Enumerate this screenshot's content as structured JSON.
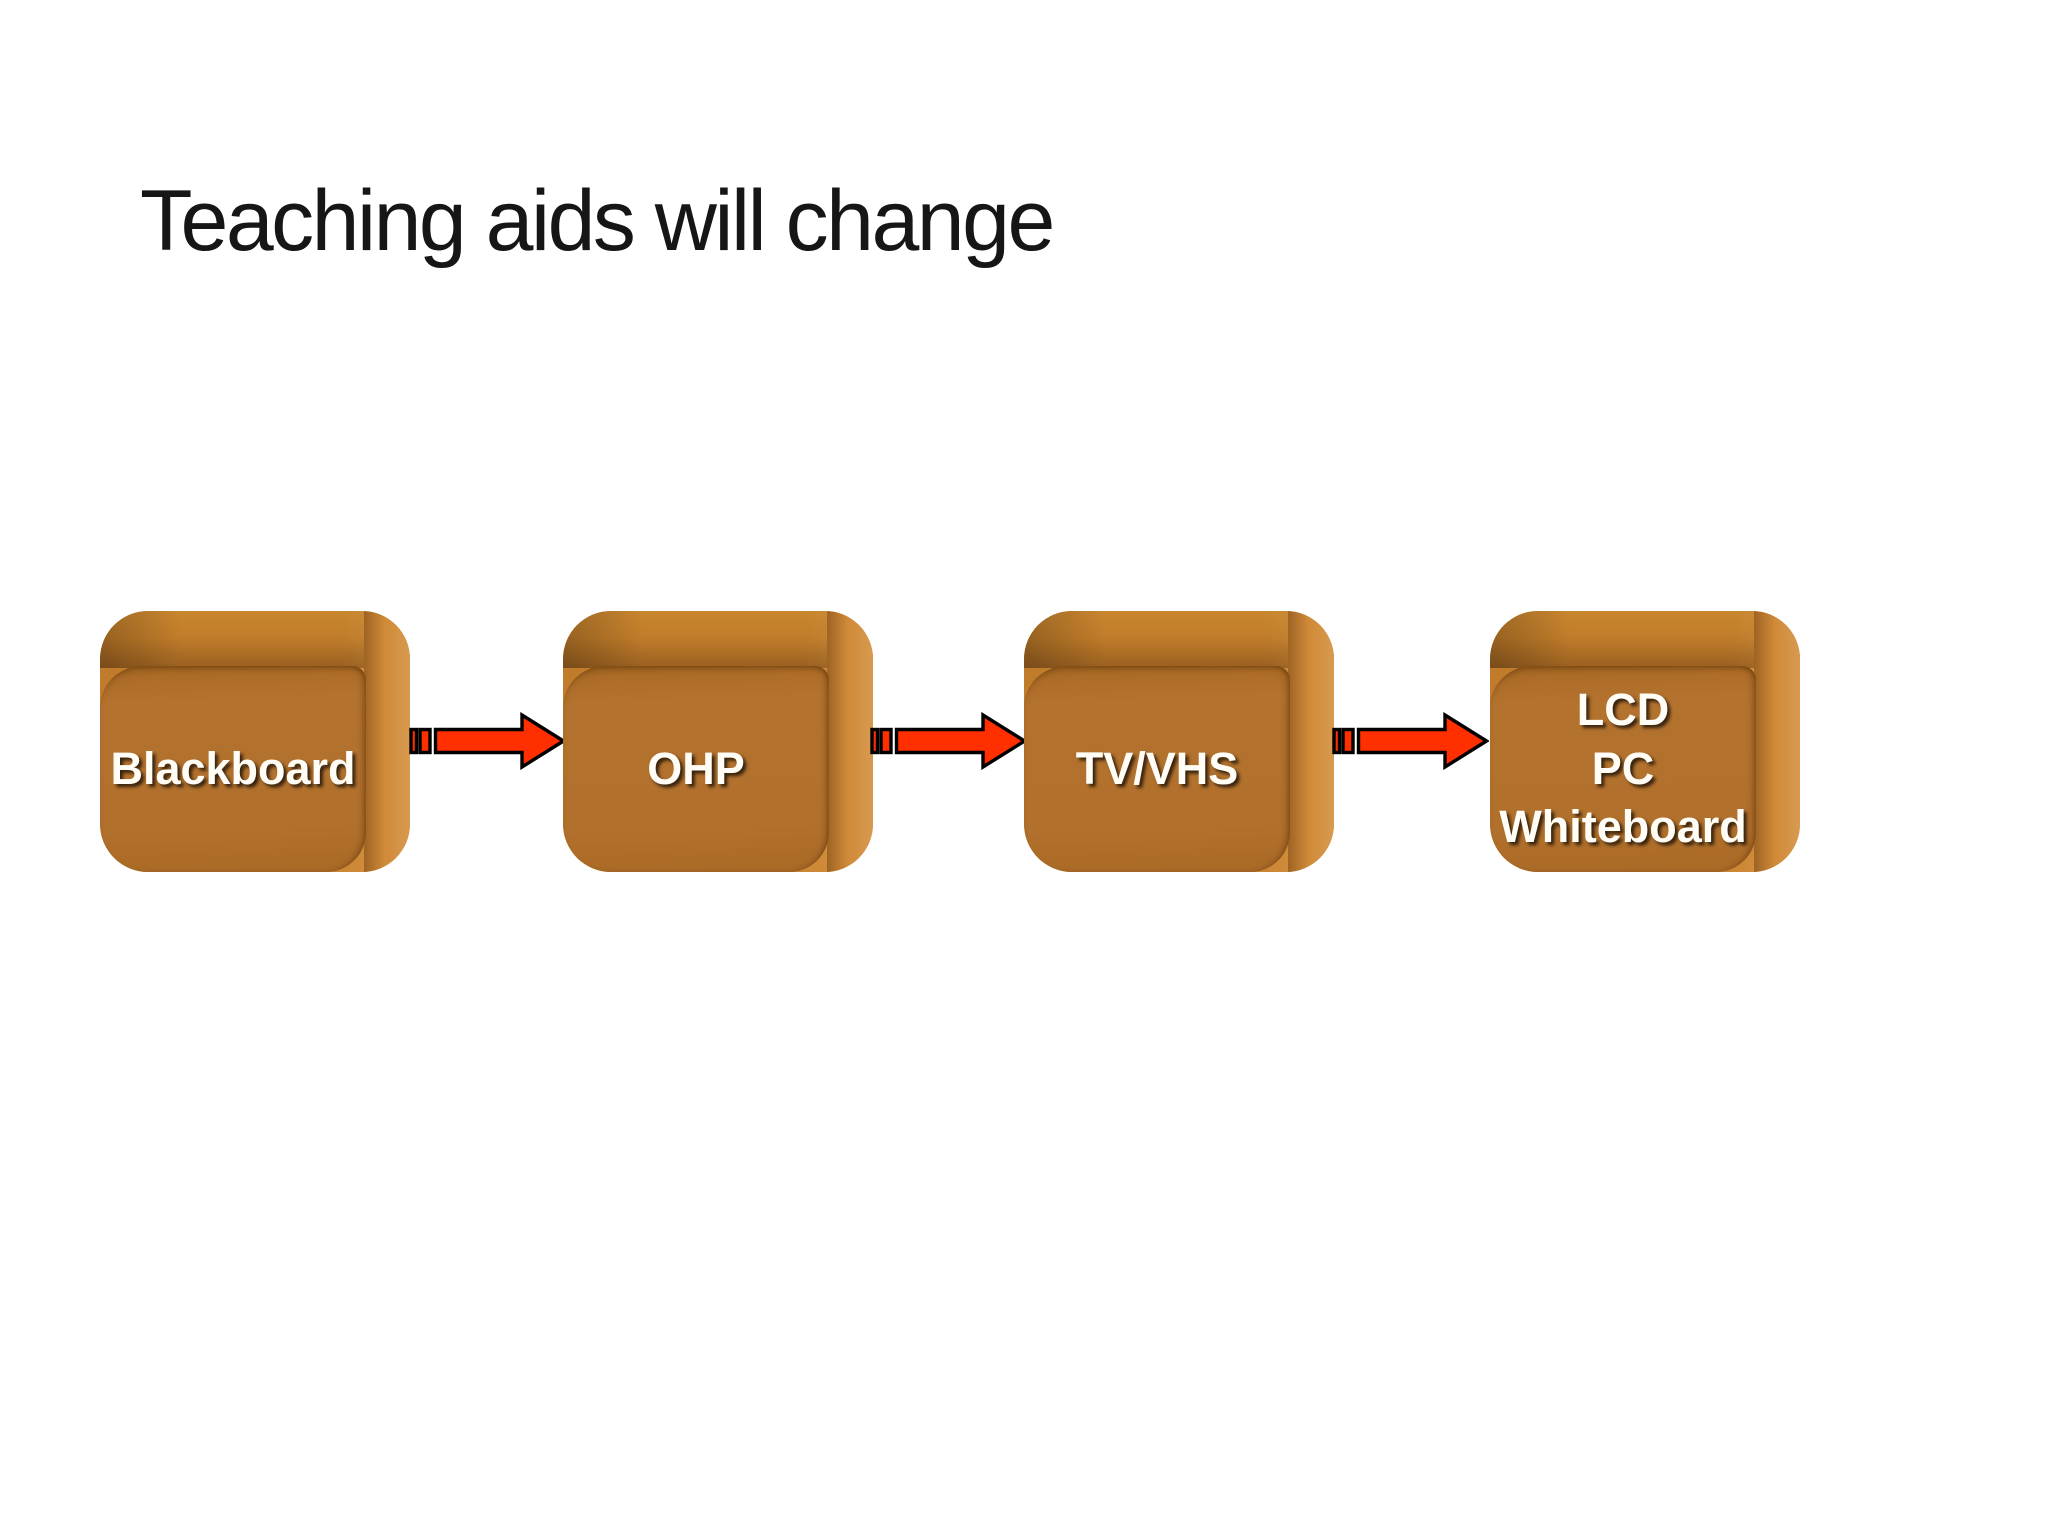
{
  "slide": {
    "title": "Teaching aids will change"
  },
  "flow": {
    "boxes": [
      {
        "label": "Blackboard"
      },
      {
        "label": "OHP"
      },
      {
        "label": "TV/VHS"
      },
      {
        "label": "LCD\nPC\nWhiteboard"
      }
    ],
    "arrow_count": 3
  },
  "colors": {
    "background": "#ffffff",
    "title_text": "#161616",
    "box_face": "#b1702c",
    "box_bevel_light": "#d79246",
    "box_bevel_dark": "#9a6020",
    "box_label_text": "#fffdf6",
    "arrow_fill": "#ff2f00",
    "arrow_stroke": "#000000"
  }
}
